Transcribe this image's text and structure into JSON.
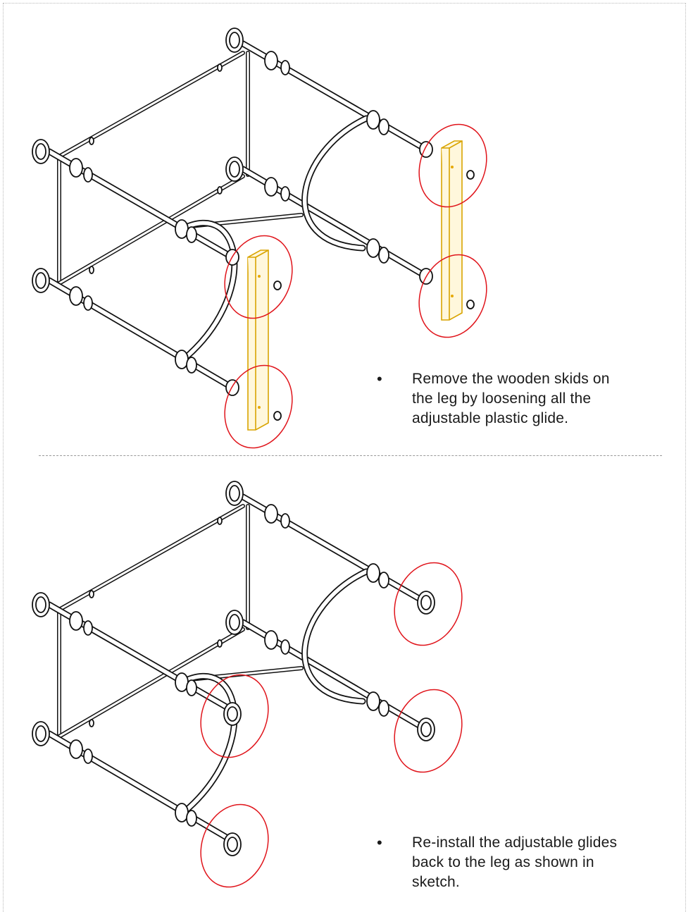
{
  "steps": [
    {
      "bullet": "•",
      "lines": [
        "Remove the wooden skids on",
        "the leg by loosening all the",
        "adjustable plastic glide."
      ]
    },
    {
      "bullet": "•",
      "lines": [
        "Re-install the adjustable glides",
        "back to the leg as shown in",
        "sketch."
      ]
    }
  ],
  "colors": {
    "frame": "#111111",
    "skid": "#d9a400",
    "highlight": "#e0141b",
    "divider": "#9a9a9a"
  },
  "icons": [
    "bullet-icon"
  ]
}
